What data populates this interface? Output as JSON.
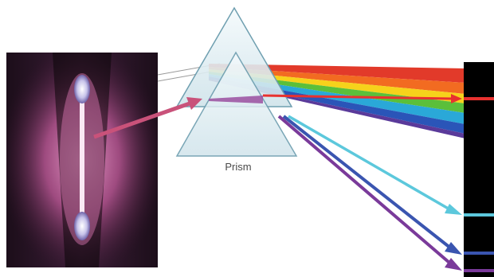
{
  "labels": {
    "prism": "Prism"
  },
  "colors": {
    "red": "#e8312f",
    "cyan": "#5cc8dc",
    "blue": "#3a55b0",
    "violet": "#7a3a9a",
    "incident_beam": "#c9527a",
    "glow": "#d66aa8",
    "prism_fill": "#dcecf2",
    "prism_stroke": "#6f9fb0",
    "screen": "#000000"
  },
  "spectral_lines": [
    "red",
    "cyan",
    "blue",
    "violet"
  ],
  "icons": {
    "lamp": "hydrogen-discharge-tube-icon",
    "prism": "glass-prism-icon",
    "screen": "spectrum-screen-icon"
  }
}
